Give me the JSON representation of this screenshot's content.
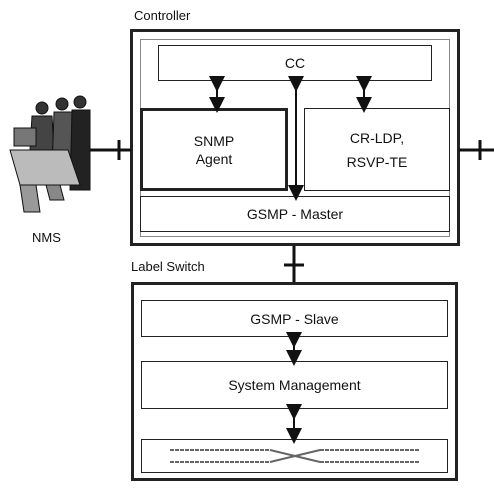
{
  "controller": {
    "title": "Controller",
    "cc_label": "CC",
    "snmp_line1": "SNMP",
    "snmp_line2": "Agent",
    "crldp_line1": "CR-LDP,",
    "crldp_line2": "RSVP-TE",
    "gsmp_master_label": "GSMP - Master"
  },
  "label_switch": {
    "title": "Label Switch",
    "gsmp_slave_label": "GSMP - Slave",
    "system_management_label": "System Management"
  },
  "nms": {
    "label": "NMS",
    "icon": "nms-operators-icon"
  },
  "colors": {
    "border": "#222222",
    "fabric_line": "#666666"
  }
}
